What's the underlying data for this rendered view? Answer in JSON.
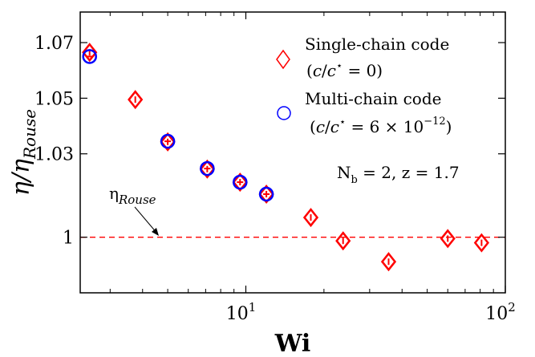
{
  "chart_data": {
    "type": "scatter",
    "xscale": "log",
    "xlabel": "Wi",
    "ylabel": "η/η_Rouse",
    "xlim": [
      2.3,
      100
    ],
    "ylim": [
      0.98,
      1.081
    ],
    "xticks": [
      10,
      100
    ],
    "xtick_labels": [
      "10^1",
      "10^2"
    ],
    "yticks": [
      1.0,
      1.03,
      1.05,
      1.07
    ],
    "ytick_labels": [
      "1",
      "1.03",
      "1.05",
      "1.07"
    ],
    "grid": false,
    "legend_position": "top-right",
    "legend": [
      {
        "line1": "Single-chain code",
        "line2": "(c/c* = 0)"
      },
      {
        "line1": "Multi-chain code",
        "line2": "(c/c* = 6 × 10^-12)"
      }
    ],
    "annotation": "N_b = 2, z = 1.7",
    "reference_line": {
      "y": 1.0,
      "label": "η_Rouse",
      "style": "dashed",
      "color": "#ff0000"
    },
    "series": [
      {
        "name": "Single-chain code (c/c* = 0)",
        "marker": "diamond",
        "color": "#ff0000",
        "x": [
          2.5,
          3.75,
          5.0,
          7.1,
          9.5,
          12.0,
          17.8,
          23.7,
          35.5,
          60.0,
          81.0
        ],
        "y": [
          1.0665,
          1.0495,
          1.0343,
          1.0245,
          1.0198,
          1.0155,
          1.0071,
          0.9987,
          0.9912,
          0.9995,
          0.998
        ]
      },
      {
        "name": "Multi-chain code (c/c* = 6 × 10^-12)",
        "marker": "circle",
        "color": "#0000ff",
        "x": [
          2.5,
          5.0,
          7.1,
          9.5,
          12.0
        ],
        "y": [
          1.065,
          1.0345,
          1.0247,
          1.0198,
          1.0155
        ]
      }
    ]
  }
}
